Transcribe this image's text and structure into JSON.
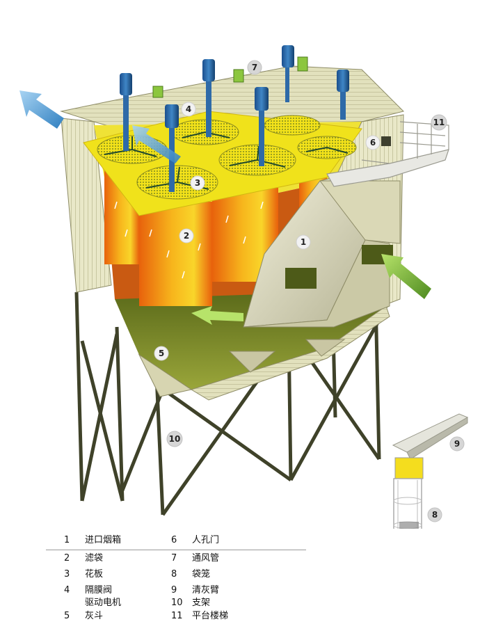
{
  "callouts": [
    "1",
    "2",
    "3",
    "4",
    "5",
    "6",
    "7",
    "8",
    "9",
    "10",
    "11"
  ],
  "legend": [
    {
      "num": "1",
      "label": "进口烟箱"
    },
    {
      "num": "2",
      "label": "滤袋"
    },
    {
      "num": "3",
      "label": "花板"
    },
    {
      "num": "4",
      "label": "隔膜阀\n驱动电机"
    },
    {
      "num": "5",
      "label": "灰斗"
    },
    {
      "num": "6",
      "label": "人孔门"
    },
    {
      "num": "7",
      "label": "通风管"
    },
    {
      "num": "8",
      "label": "袋笼"
    },
    {
      "num": "9",
      "label": "清灰臂"
    },
    {
      "num": "10",
      "label": "支架"
    },
    {
      "num": "11",
      "label": "平台楼梯"
    }
  ]
}
